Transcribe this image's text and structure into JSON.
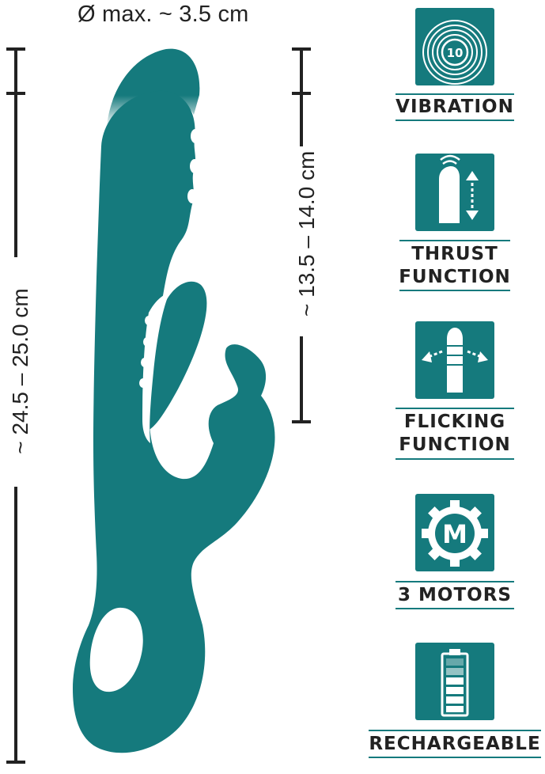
{
  "dimensions": {
    "diameter": "Ø max. ~ 3.5 cm",
    "total_length": "~ 24.5 – 25.0 cm",
    "insertable_length": "~ 13.5 – 14.0 cm"
  },
  "colors": {
    "product": "#157a7d",
    "icon_bg": "#157a7d",
    "text": "#222222"
  },
  "features": [
    {
      "icon": "vibration-10-icon",
      "label_lines": [
        "VIBRATION"
      ],
      "badge": "10"
    },
    {
      "icon": "thrust-icon",
      "label_lines": [
        "THRUST",
        "FUNCTION"
      ]
    },
    {
      "icon": "flicking-icon",
      "label_lines": [
        "FLICKING",
        "FUNCTION"
      ]
    },
    {
      "icon": "motor-gear-icon",
      "label_lines": [
        "3 MOTORS"
      ],
      "badge": "M"
    },
    {
      "icon": "battery-icon",
      "label_lines": [
        "RECHARGEABLE"
      ]
    }
  ]
}
